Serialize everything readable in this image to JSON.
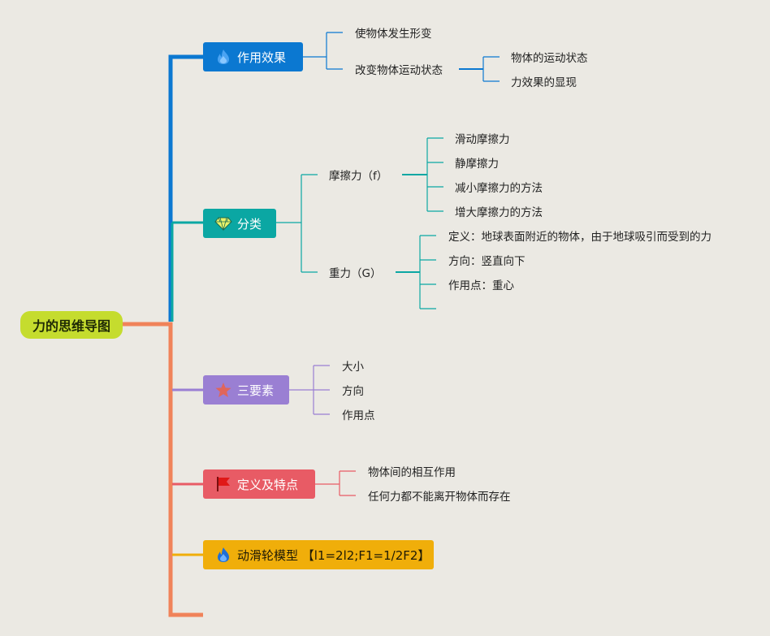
{
  "root": {
    "label": "力的思维导图"
  },
  "colors": {
    "blue": "#0b78d1",
    "teal": "#0ba7a3",
    "purple": "#9a7fd3",
    "red": "#e85b65",
    "orange": "#f0835a",
    "yellow": "#f0ae0a",
    "root": "#c5dc2e"
  },
  "branches": [
    {
      "label": "作用效果",
      "icon": "flame-icon",
      "children": [
        {
          "label": "使物体发生形变"
        },
        {
          "label": "改变物体运动状态",
          "children": [
            {
              "label": "物体的运动状态"
            },
            {
              "label": "力效果的显现"
            }
          ]
        }
      ]
    },
    {
      "label": "分类",
      "icon": "diamond-icon",
      "children": [
        {
          "label": "摩擦力（f）",
          "children": [
            {
              "label": "滑动摩擦力"
            },
            {
              "label": "静摩擦力"
            },
            {
              "label": "减小摩擦力的方法"
            },
            {
              "label": "增大摩擦力的方法"
            }
          ]
        },
        {
          "label": "重力（G）",
          "children": [
            {
              "label": "定义：地球表面附近的物体，由于地球吸引而受到的力"
            },
            {
              "label": "方向：竖直向下"
            },
            {
              "label": "作用点：重心"
            }
          ]
        }
      ]
    },
    {
      "label": "三要素",
      "icon": "star-icon",
      "children": [
        {
          "label": "大小"
        },
        {
          "label": "方向"
        },
        {
          "label": "作用点"
        }
      ]
    },
    {
      "label": "定义及特点",
      "icon": "flag-icon",
      "children": [
        {
          "label": "物体间的相互作用"
        },
        {
          "label": "任何力都不能离开物体而存在"
        }
      ]
    },
    {
      "label": "动滑轮模型 【l1=2l2;F1=1/2F2】",
      "icon": "flame-icon",
      "children": []
    }
  ]
}
